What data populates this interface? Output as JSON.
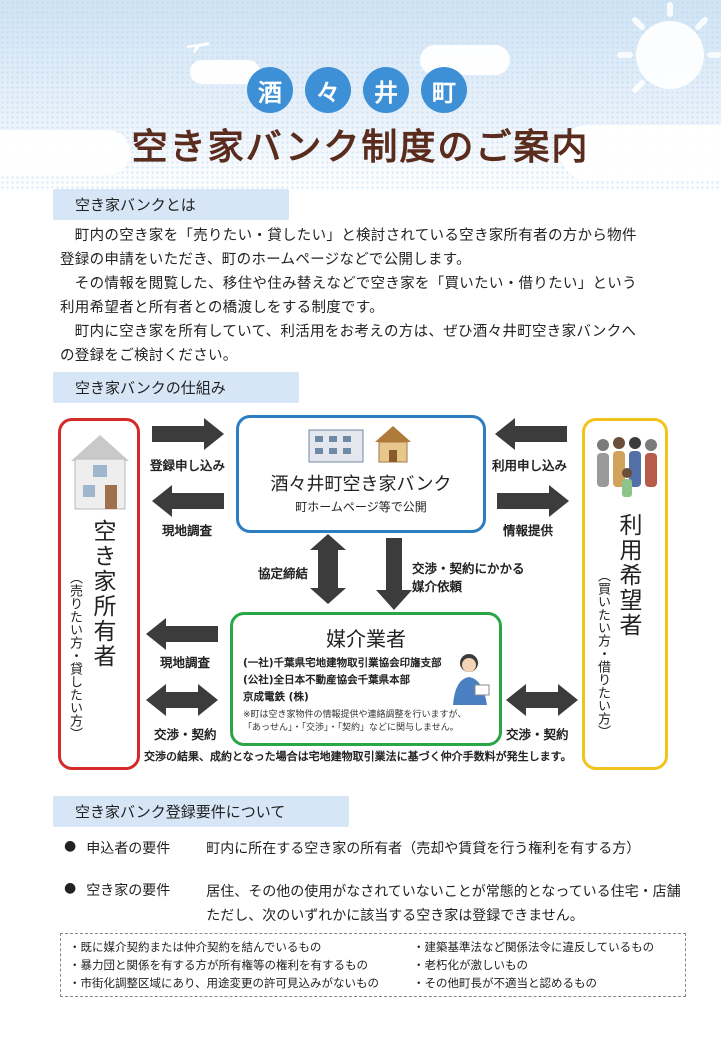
{
  "header": {
    "town_chars": [
      "酒",
      "々",
      "井",
      "町"
    ],
    "title": "空き家バンク制度のご案内"
  },
  "section1": {
    "label": "空き家バンクとは",
    "lines": [
      "　町内の空き家を「売りたい・貸したい」と検討されている空き家所有者の方から物件",
      "登録の申請をいただき、町のホームページなどで公開します。",
      "　その情報を閲覧した、移住や住み替えなどで空き家を「買いたい・借りたい」という",
      "利用希望者と所有者との橋渡しをする制度です。",
      "　町内に空き家を所有していて、利活用をお考えの方は、ぜひ酒々井町空き家バンクへ",
      "の登録をご検討ください。"
    ]
  },
  "section2": {
    "label": "空き家バンクの仕組み",
    "owner_title": "空き家所有者",
    "owner_sub": "（売りたい方・貸したい方）",
    "user_title": "利用希望者",
    "user_sub": "（買いたい方・借りたい方）",
    "bank_title": "酒々井町空き家バンク",
    "bank_sub": "町ホームページ等で公開",
    "broker_title": "媒介業者",
    "broker_members": [
      "(一社)千葉県宅地建物取引業協会印旛支部",
      "(公社)全日本不動産協会千葉県本部",
      "京成電鉄 (株)"
    ],
    "broker_note": [
      "※町は空き家物件の情報提供や連絡調整を行いますが、",
      "「あっせん」・「交渉」・「契約」などに関与しません。"
    ],
    "arrows": {
      "register": "登録申し込み",
      "survey_owner": "現地調査",
      "apply": "利用申し込み",
      "info": "情報提供",
      "agreement": "協定締結",
      "request1": "交渉・契約にかかる",
      "request2": "媒介依頼",
      "survey_broker": "現地調査",
      "nego_owner": "交渉・契約",
      "nego_user": "交渉・契約"
    },
    "footnote": "交渉の結果、成約となった場合は宅地建物取引業法に基づく仲介手数料が発生します。"
  },
  "section3": {
    "label": "空き家バンク登録要件について",
    "req1_label": "申込者の要件",
    "req1_text": "町内に所在する空き家の所有者（売却や賃貸を行う権利を有する方）",
    "req2_label": "空き家の要件",
    "req2_text1": "居住、その他の使用がなされていないことが常態的となっている住宅・店舗",
    "req2_text2": "ただし、次のいずれかに該当する空き家は登録できません。",
    "conditions_left": [
      "・既に媒介契約または仲介契約を結んでいるもの",
      "・暴力団と関係を有する方が所有権等の権利を有するもの",
      "・市街化調整区域にあり、用途変更の許可見込みがないもの"
    ],
    "conditions_right": [
      "・建築基準法など関係法令に違反しているもの",
      "・老朽化が激しいもの",
      "・その他町長が不適当と認めるもの"
    ]
  },
  "colors": {
    "owner_border": "#d42a2a",
    "bank_border": "#2d7dc2",
    "broker_border": "#2aa645",
    "user_border": "#f2c41b",
    "accent": "#3d8fd6",
    "title": "#5a2c1e"
  }
}
